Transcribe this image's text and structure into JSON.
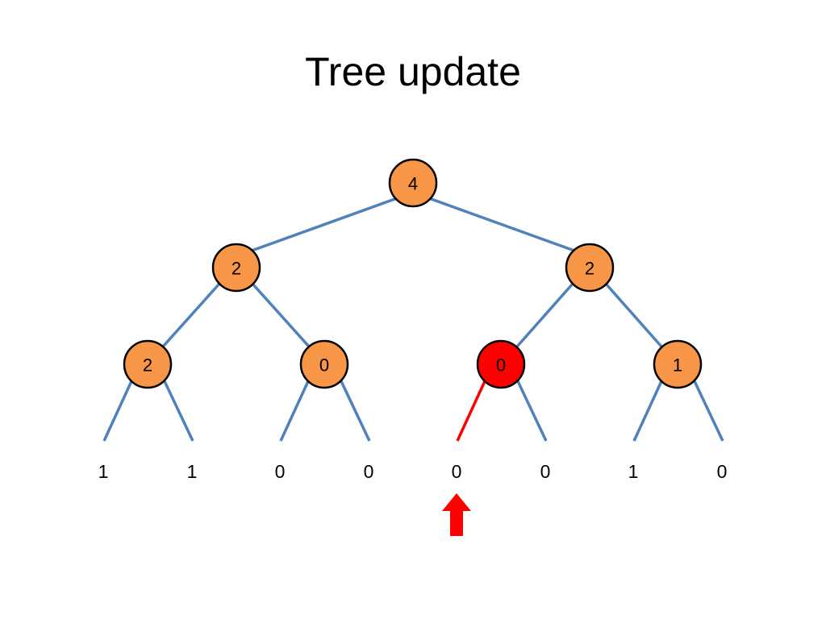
{
  "slide": {
    "title": "Tree update"
  },
  "colors": {
    "node_fill": "#f79646",
    "node_highlight_fill": "#ff0000",
    "node_stroke": "#000000",
    "edge": "#4f81bd",
    "edge_highlight": "#ff0000",
    "leaf_text": "#000000",
    "leaf_highlight_text": "#ff0000",
    "arrow": "#ff0000"
  },
  "tree": {
    "root": {
      "value": "4"
    },
    "level1": [
      {
        "value": "2"
      },
      {
        "value": "2"
      }
    ],
    "level2": [
      {
        "value": "2",
        "highlight": false
      },
      {
        "value": "0",
        "highlight": false
      },
      {
        "value": "0",
        "highlight": true
      },
      {
        "value": "1",
        "highlight": false
      }
    ],
    "leaves": [
      {
        "value": "1",
        "highlight": false
      },
      {
        "value": "1",
        "highlight": false
      },
      {
        "value": "0",
        "highlight": false
      },
      {
        "value": "0",
        "highlight": false
      },
      {
        "value": "0",
        "highlight": true
      },
      {
        "value": "0",
        "highlight": false
      },
      {
        "value": "1",
        "highlight": false
      },
      {
        "value": "0",
        "highlight": false
      }
    ],
    "update_pointer": {
      "icon": "up-arrow-icon",
      "leaf_index": 4
    }
  }
}
